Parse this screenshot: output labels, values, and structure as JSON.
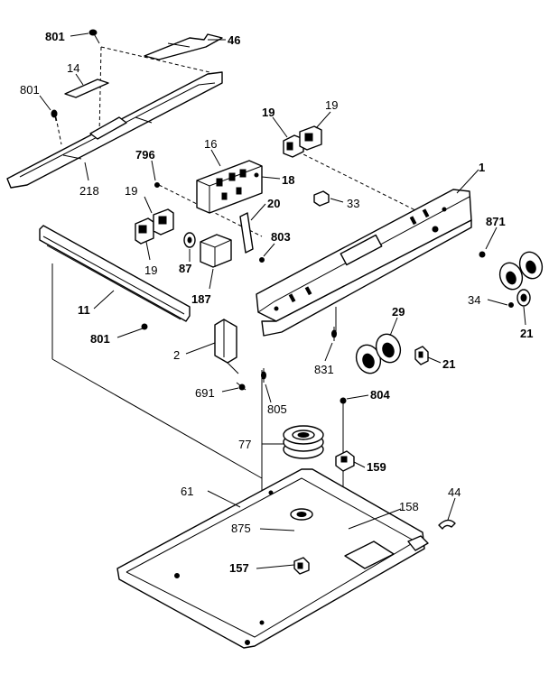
{
  "labels": {
    "l801a": "801",
    "l46": "46",
    "l14": "14",
    "l801b": "801",
    "l218": "218",
    "l19a": "19",
    "l19b": "19",
    "l16": "16",
    "l796": "796",
    "l18": "18",
    "l19c": "19",
    "l19d": "19",
    "l20": "20",
    "l33": "33",
    "l1": "1",
    "l871": "871",
    "l803": "803",
    "l87": "87",
    "l187": "187",
    "l11": "11",
    "l801c": "801",
    "l34": "34",
    "l29": "29",
    "l21a": "21",
    "l21b": "21",
    "l2": "2",
    "l831": "831",
    "l691": "691",
    "l805": "805",
    "l804": "804",
    "l77": "77",
    "l159": "159",
    "l61": "61",
    "l158": "158",
    "l44": "44",
    "l875": "875",
    "l157": "157"
  }
}
